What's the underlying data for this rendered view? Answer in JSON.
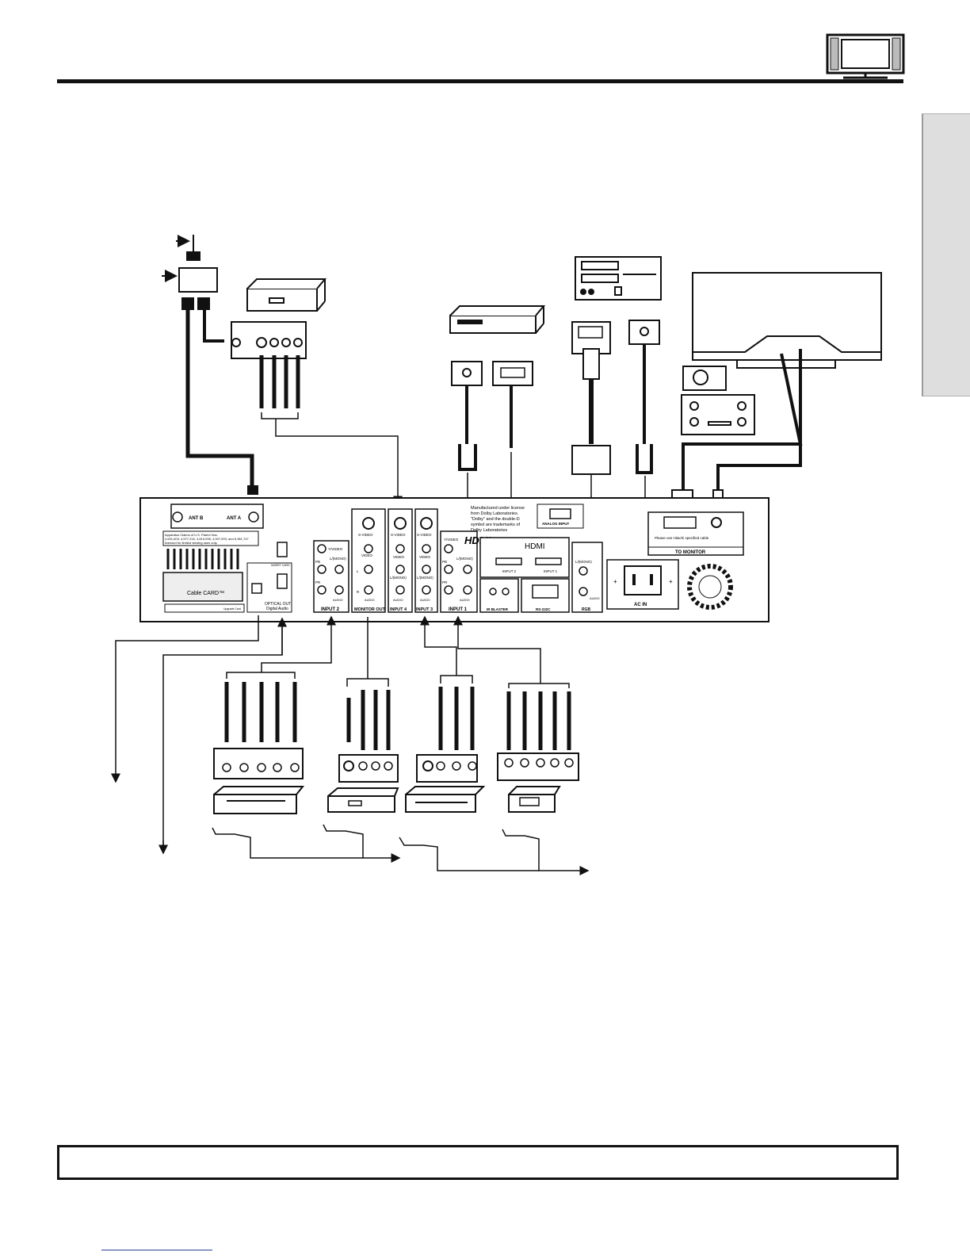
{
  "panel": {
    "ant_b": "ANT B",
    "ant_a": "ANT A",
    "patent_line1": "Apparatus Claims of U.S. Patent Nos.",
    "patent_line2": "4,631,603, 4,577,216, 4,819,098, 4,907,093, and 6,381,747",
    "patent_line3": "licensed for limited viewing uses only.",
    "cablecard": "Cable CARD™",
    "cablecard_sub": "Upgrade Card",
    "optical_out": "OPTICAL OUT",
    "digital_audio": "Digital Audio",
    "insert_card": "INSERT CARD",
    "input2": "INPUT 2",
    "monitor_out": "MONITOR OUT",
    "input4": "INPUT 4",
    "input3": "INPUT 3",
    "input1": "INPUT 1",
    "y_video": "Y/VIDEO",
    "s_video": "S-VIDEO",
    "video": "VIDEO",
    "l_mono": "L/(MONO)",
    "audio": "AUDIO",
    "pb": "PB",
    "pr": "PR",
    "l": "L",
    "r": "R",
    "dolby_line1": "Manufactured under license",
    "dolby_line2": "from Dolby Laboratories.",
    "dolby_line3": "\"Dolby\" and the double-D",
    "dolby_line4": "symbol are trademarks of",
    "dolby_line5": "Dolby Laboratories",
    "hdmi_logo": "HDMI",
    "hdmi_box": "HDMI",
    "hdmi_input2": "INPUT 2",
    "hdmi_input1": "INPUT 1",
    "ir_blaster": "IR BLASTER",
    "rs232c": "RS-232C",
    "analog_input": "ANALOG INPUT",
    "rgb": "RGB",
    "to_monitor": "TO MONITOR",
    "monitor_cable": "Please use Hitachi specified cable",
    "ac_in": "AC IN",
    "plus": "+"
  }
}
